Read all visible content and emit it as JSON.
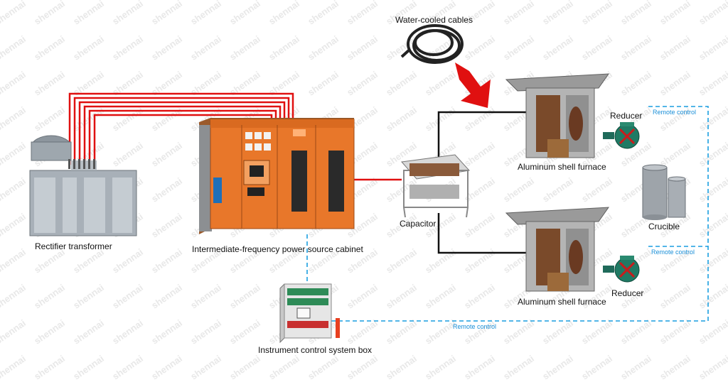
{
  "watermark": "shennai",
  "labels": {
    "water_cooled_cables": "Water-cooled cables",
    "rectifier_transformer": "Rectifier transformer",
    "power_cabinet": "Intermediate-frequency power source cabinet",
    "capacitor": "Capacitor",
    "furnace_top": "Aluminum shell furnace",
    "furnace_bottom": "Aluminum shell furnace",
    "reducer_top": "Reducer",
    "reducer_bottom": "Reducer",
    "crucible": "Crucible",
    "control_box": "Instrument control system box",
    "remote_control_1": "Remote control",
    "remote_control_2": "Remote control",
    "remote_control_3": "Remote control"
  },
  "colors": {
    "busbar": "#e01010",
    "remote_line": "#1a9ee0",
    "cabinet": "#e8772a",
    "arrow": "#e01010"
  }
}
